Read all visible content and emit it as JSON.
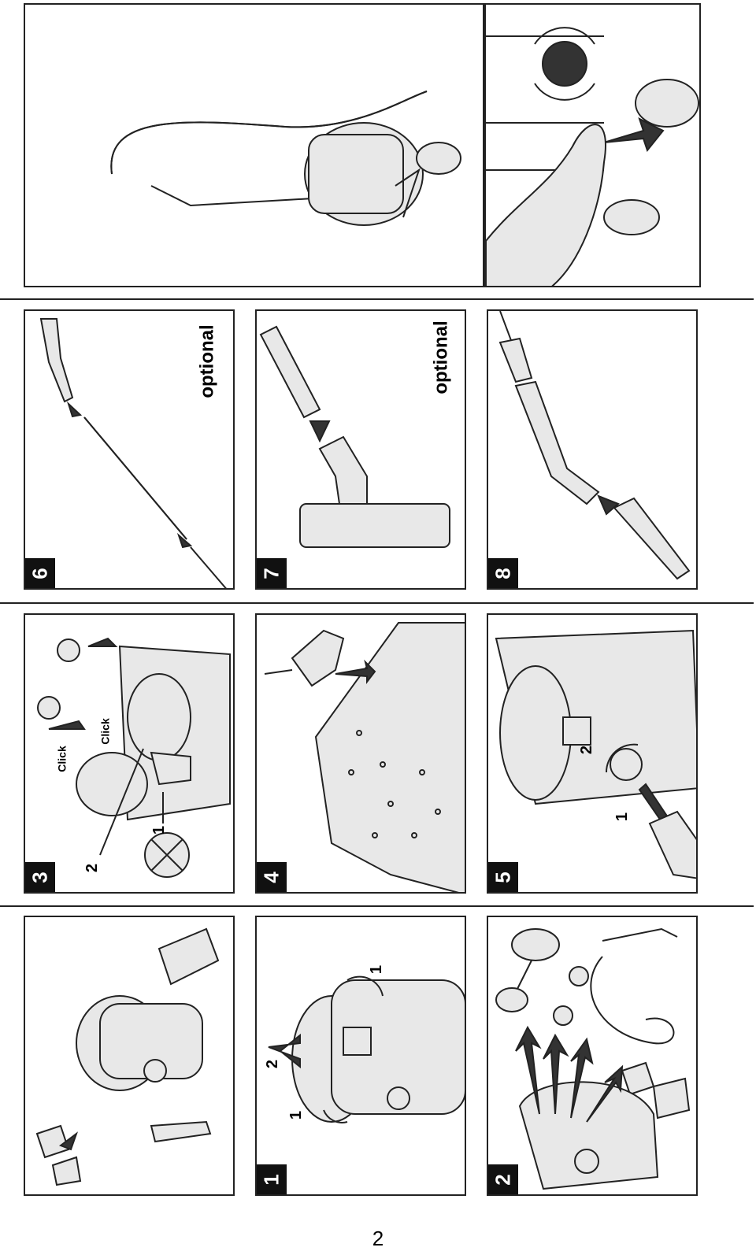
{
  "hero": {
    "left_panel": "vacuum-overview",
    "right_panel": "wheel-lock"
  },
  "row1": {
    "panels": [
      {
        "step": "6",
        "label": "optional"
      },
      {
        "step": "7",
        "label": "optional"
      },
      {
        "step": "8",
        "label": ""
      }
    ]
  },
  "row2": {
    "panels": [
      {
        "step": "3",
        "callouts": [
          "1",
          "2"
        ],
        "sound": [
          "Click",
          "Click"
        ]
      },
      {
        "step": "4"
      },
      {
        "step": "5",
        "callouts": [
          "1",
          "2"
        ]
      }
    ]
  },
  "row3": {
    "panels": [
      {
        "step": ""
      },
      {
        "step": "1",
        "callouts": [
          "1",
          "2",
          "1"
        ]
      },
      {
        "step": "2"
      }
    ]
  },
  "page_number": "2",
  "icons": [
    "recycle-icon",
    "arrow-icon",
    "no-tools-icon"
  ]
}
